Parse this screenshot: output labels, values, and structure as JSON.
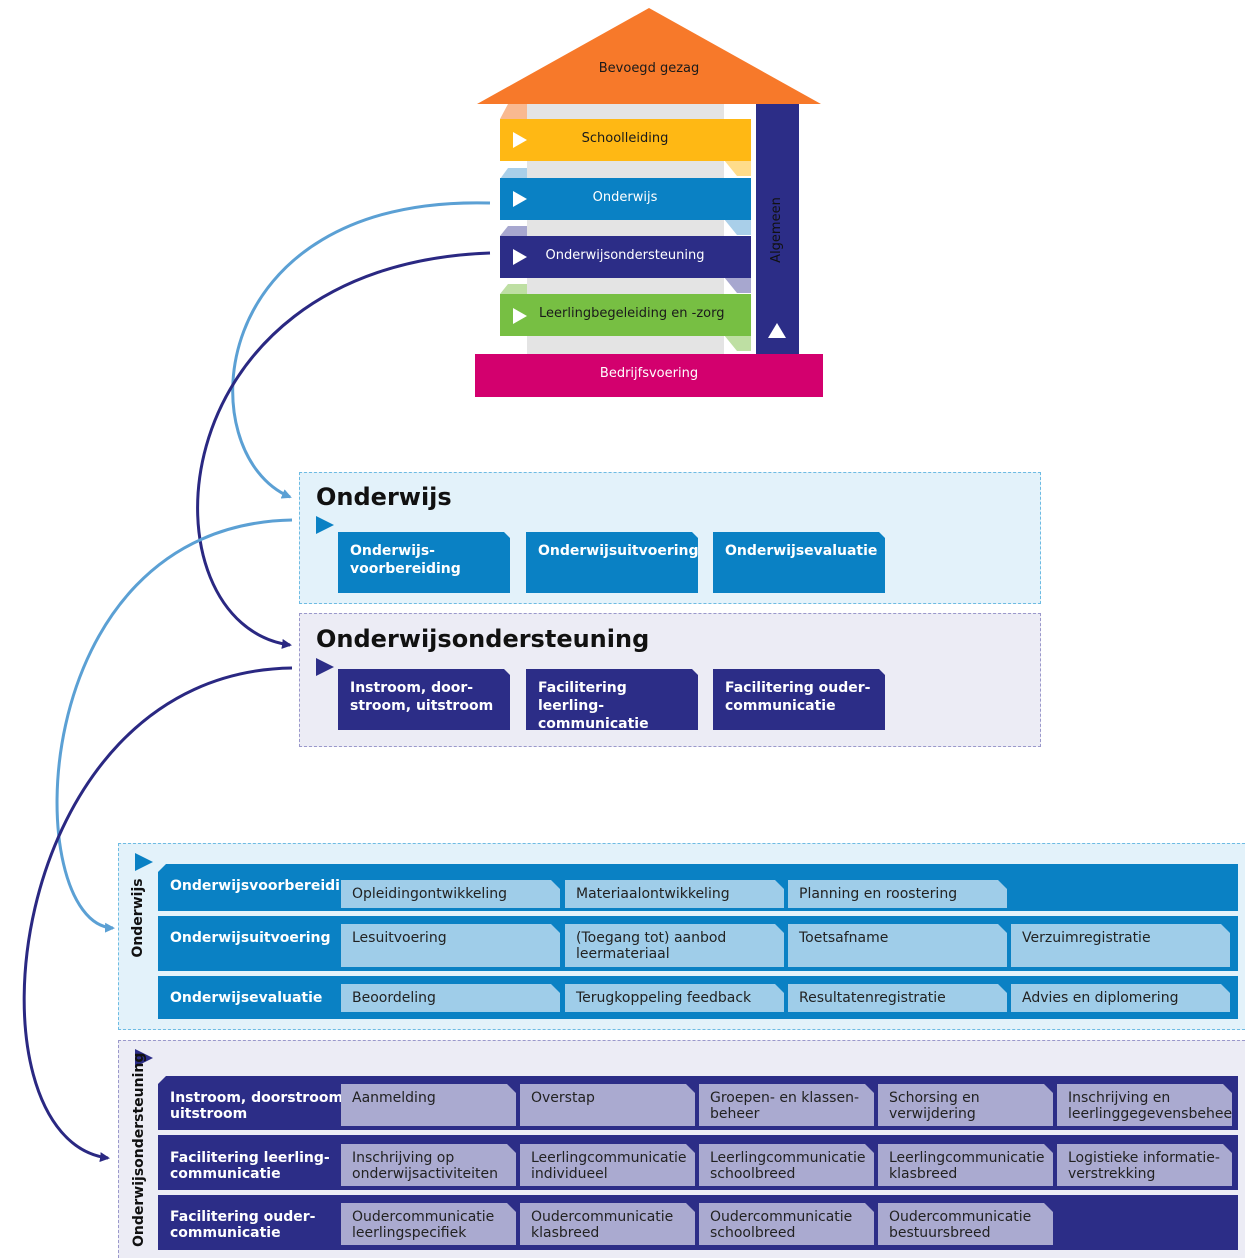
{
  "colors": {
    "orange": "#f7792a",
    "yellow": "#ffb814",
    "blue": "#0a81c4",
    "navy": "#2c2d87",
    "green": "#77bf43",
    "magenta": "#d3006e",
    "light_blue_panel": "#e3f2fa",
    "light_lilac_panel": "#ececf5",
    "light_blue_arrow": "#5ba0d4",
    "dark_arrow": "#2a2882"
  },
  "house": {
    "roof": "Bevoegd gezag",
    "floors": [
      "Schoolleiding",
      "Onderwijs",
      "Onderwijsondersteuning",
      "Leerlingbegeleiding en -zorg"
    ],
    "pillar": "Algemeen",
    "base": "Bedrijfsvoering"
  },
  "panel_onderwijs": {
    "title": "Onderwijs",
    "boxes": [
      "Onderwijs-\nvoorbereiding",
      "Onderwijsuitvoering",
      "Onderwijsevaluatie"
    ]
  },
  "panel_ondersteuning": {
    "title": "Onderwijsondersteuning",
    "boxes": [
      "Instroom, door-\nstroom, uitstroom",
      "Facilitering leerling-\ncommunicatie",
      "Facilitering ouder-\ncommunicatie"
    ]
  },
  "detail_onderwijs": {
    "side_label": "Onderwijs",
    "rows": [
      {
        "title": "Onderwijsvoorbereiding",
        "cells": [
          "Opleidingontwikkeling",
          "Materiaalontwikkeling",
          "Planning en roostering"
        ]
      },
      {
        "title": "Onderwijsuitvoering",
        "cells": [
          "Lesuitvoering",
          "(Toegang tot) aanbod\nleermateriaal",
          "Toetsafname",
          "Verzuimregistratie"
        ]
      },
      {
        "title": "Onderwijsevaluatie",
        "cells": [
          "Beoordeling",
          "Terugkoppeling feedback",
          "Resultatenregistratie",
          "Advies en diplomering"
        ]
      }
    ]
  },
  "detail_ondersteuning": {
    "side_label": "Onderwijsondersteuning",
    "rows": [
      {
        "title": "Instroom, doorstroom,\nuitstroom",
        "cells": [
          "Aanmelding",
          "Overstap",
          "Groepen- en klassen-\nbeheer",
          "Schorsing en\nverwijdering",
          "Inschrijving en\nleerlinggegevensbeheer"
        ]
      },
      {
        "title": "Facilitering leerling-\ncommunicatie",
        "cells": [
          "Inschrijving op\nonderwijsactiviteiten",
          "Leerlingcommunicatie\nindividueel",
          "Leerlingcommunicatie\nschoolbreed",
          "Leerlingcommunicatie\nklasbreed",
          "Logistieke informatie-\nverstrekking"
        ]
      },
      {
        "title": "Facilitering ouder-\ncommunicatie",
        "cells": [
          "Oudercommunicatie\nleerlingspecifiek",
          "Oudercommunicatie\nklasbreed",
          "Oudercommunicatie\nschoolbreed",
          "Oudercommunicatie\nbestuursbreed"
        ]
      }
    ]
  }
}
